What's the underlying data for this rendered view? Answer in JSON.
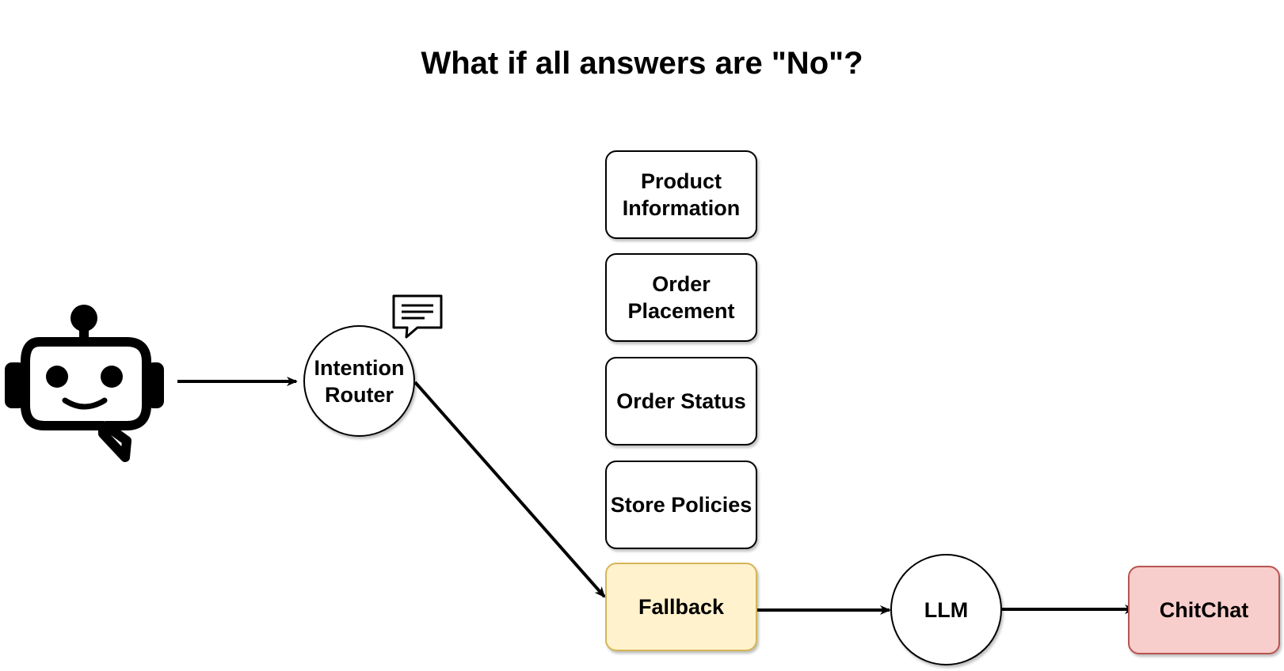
{
  "title": "What if all answers are \"No\"?",
  "nodes": {
    "router": "Intention\nRouter",
    "product_information": "Product\nInformation",
    "order_placement": "Order\nPlacement",
    "order_status": "Order Status",
    "store_policies": "Store Policies",
    "fallback": "Fallback",
    "llm": "LLM",
    "chitchat": "ChitChat"
  },
  "icons": {
    "bot": "robot-headset-icon",
    "message": "chat-bubble-icon"
  },
  "colors": {
    "fallback_fill": "#fff2cc",
    "fallback_border": "#d6b656",
    "chitchat_fill": "#f8cecc",
    "chitchat_border": "#b85450"
  }
}
